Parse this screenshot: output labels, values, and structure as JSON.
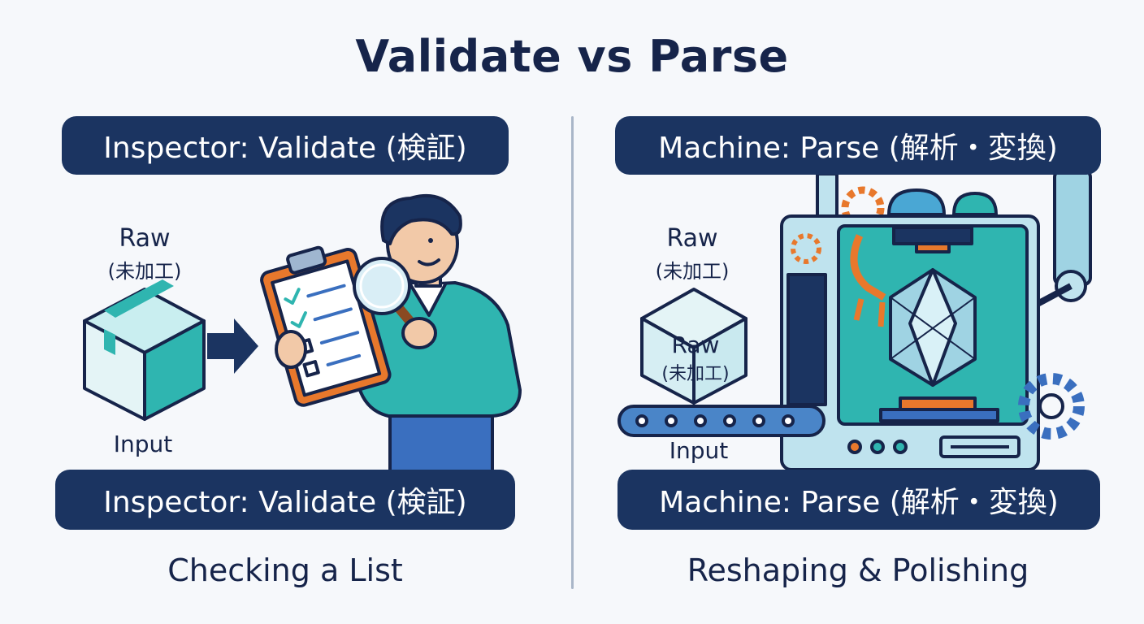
{
  "title": "Validate vs Parse",
  "left": {
    "header": "Inspector: Validate (検証)",
    "box_label": "Raw",
    "box_label_jp": "(未加工)",
    "input_label": "Input",
    "footer": "Inspector:  Validate (検証)",
    "caption": "Checking a List"
  },
  "right": {
    "header": "Machine: Parse (解析・変換)",
    "box_label": "Raw",
    "box_label_jp": "(未加工)",
    "box_face_label": "Raw",
    "box_face_label_jp": "(未加工)",
    "input_label": "Input",
    "footer": "Machine: Parse (解析・変換)",
    "caption": "Reshaping & Polishing"
  },
  "colors": {
    "navy": "#1b3461",
    "teal": "#2fb5b0",
    "orange": "#e8782c",
    "light_blue": "#bfe3ee",
    "background": "#f6f8fb"
  }
}
